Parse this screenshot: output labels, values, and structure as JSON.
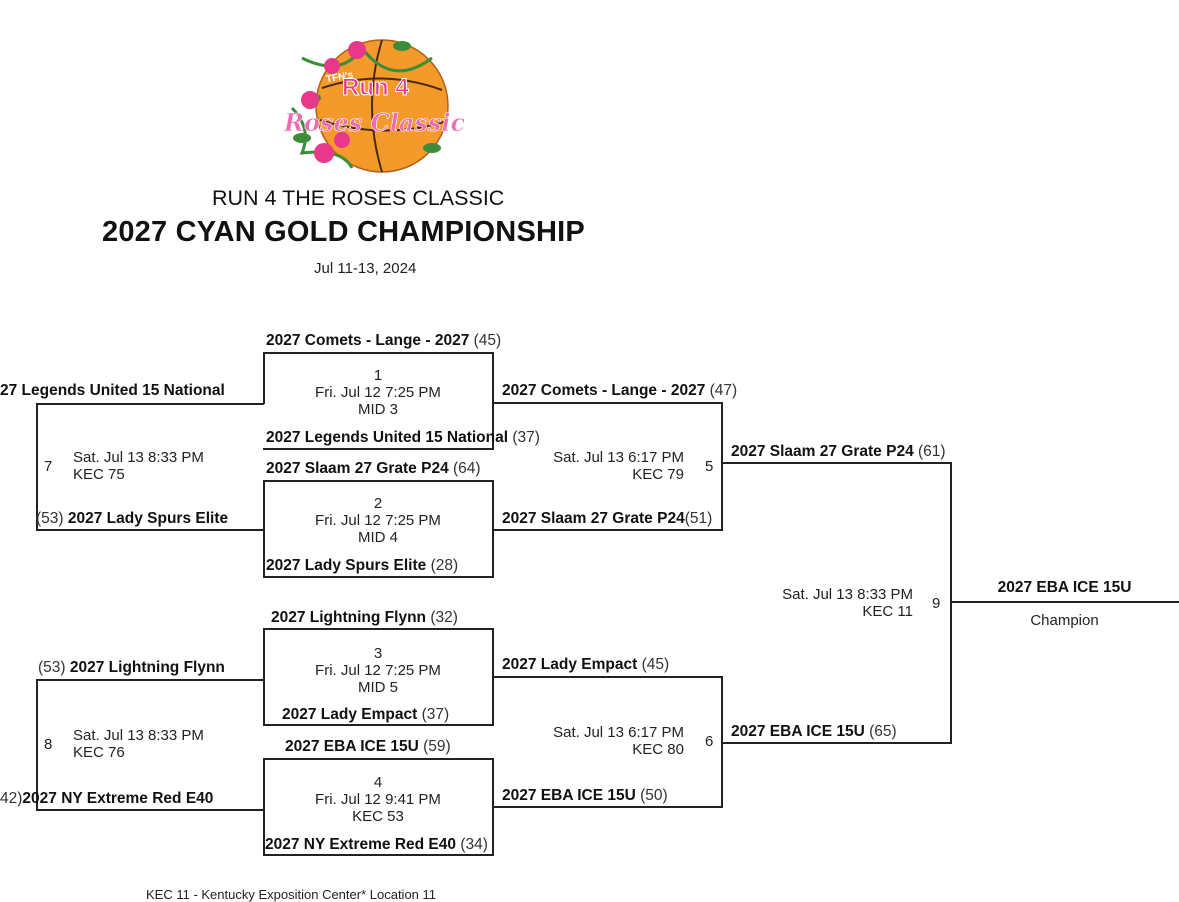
{
  "logo": {
    "brand_top": "TFN's",
    "brand_main": "Run 4",
    "brand_script": "Roses Classic",
    "colors": {
      "ball": "#f39a2a",
      "pink": "#e8388c",
      "leaf": "#3c8c3a",
      "rose": "#e8388c"
    }
  },
  "header": {
    "subtitle": "RUN 4 THE ROSES CLASSIC",
    "title": "2027 CYAN GOLD CHAMPIONSHIP",
    "dates": "Jul 11-13, 2024"
  },
  "games": {
    "g1": {
      "num": "1",
      "date": "Fri. Jul 12 7:25 PM",
      "loc": "MID 3",
      "top": {
        "name": "2027 Comets - Lange - 2027",
        "score": "(45)"
      },
      "bottom": {
        "name": "2027 Legends United 15 National",
        "score": "(37)"
      }
    },
    "g2": {
      "num": "2",
      "date": "Fri. Jul 12 7:25 PM",
      "loc": "MID 4",
      "top": {
        "name": "2027 Slaam 27 Grate P24",
        "score": "(64)"
      },
      "bottom": {
        "name": "2027 Lady Spurs Elite",
        "score": "(28)"
      }
    },
    "g3": {
      "num": "3",
      "date": "Fri. Jul 12 7:25 PM",
      "loc": "MID 5",
      "top": {
        "name": "2027 Lightning Flynn",
        "score": "(32)"
      },
      "bottom": {
        "name": "2027 Lady Empact",
        "score": "(37)"
      }
    },
    "g4": {
      "num": "4",
      "date": "Fri. Jul 12 9:41 PM",
      "loc": "KEC 53",
      "top": {
        "name": "2027 EBA ICE 15U",
        "score": "(59)"
      },
      "bottom": {
        "name": "2027 NY Extreme Red E40",
        "score": "(34)"
      }
    },
    "g5": {
      "num": "5",
      "date": "Sat. Jul 13 6:17 PM",
      "loc": "KEC 79",
      "top": {
        "name": "2027 Comets - Lange - 2027",
        "score": "(47)"
      },
      "bottom": {
        "name": "2027 Slaam 27 Grate P24",
        "score": "(51)"
      }
    },
    "g6": {
      "num": "6",
      "date": "Sat. Jul 13 6:17 PM",
      "loc": "KEC 80",
      "top": {
        "name": "2027 Lady Empact",
        "score": "(45)"
      },
      "bottom": {
        "name": "2027 EBA ICE 15U",
        "score": "(50)"
      }
    },
    "g7": {
      "num": "7",
      "date": "Sat. Jul 13 8:33 PM",
      "loc": "KEC 75",
      "top": {
        "name": "27 Legends United 15 National",
        "score": ""
      },
      "bottom": {
        "name": "2027 Lady Spurs Elite",
        "score": "(53)"
      }
    },
    "g8": {
      "num": "8",
      "date": "Sat. Jul 13 8:33 PM",
      "loc": "KEC 76",
      "top": {
        "name": "2027 Lightning Flynn",
        "score": "(53)"
      },
      "bottom": {
        "name": "2027 NY Extreme Red E40",
        "score": "42)"
      }
    },
    "g9": {
      "num": "9",
      "date": "Sat. Jul 13 8:33 PM",
      "loc": "KEC 11",
      "top": {
        "name": "2027 Slaam 27 Grate P24",
        "score": "(61)"
      },
      "bottom": {
        "name": "2027 EBA ICE 15U",
        "score": "(65)"
      }
    }
  },
  "champion": {
    "name": "2027 EBA ICE 15U",
    "label": "Champion"
  },
  "footer": {
    "note": "KEC 11 - Kentucky Exposition Center* Location 11"
  }
}
